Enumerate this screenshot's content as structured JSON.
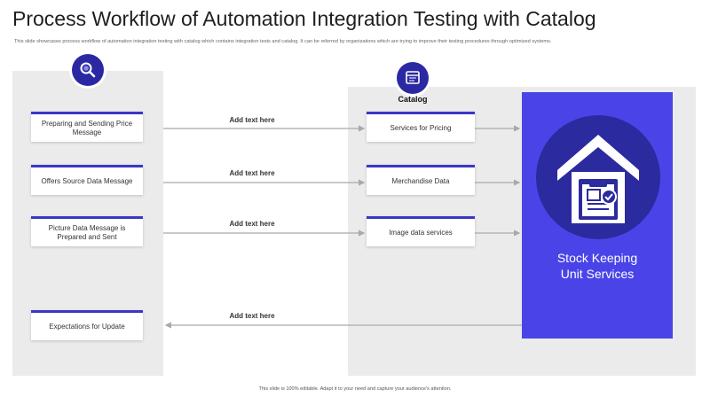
{
  "title": "Process Workflow of Automation Integration Testing with Catalog",
  "subtitle": "This slide showcases process workflow of automation integration testing with catalog which contains integration tests and catalog. It can be referred by organizations which are trying to improve their testing procedures through optimized systems.",
  "left_steps": [
    {
      "label": "Preparing and Sending Price Message"
    },
    {
      "label": "Offers Source Data Message"
    },
    {
      "label": "Picture Data Message is Prepared and Sent"
    },
    {
      "label": "Expectations for Update"
    }
  ],
  "arrow_labels": [
    "Add text here",
    "Add text here",
    "Add text here",
    "Add text here"
  ],
  "catalog": {
    "label": "Catalog",
    "items": [
      "Services for Pricing",
      "Merchandise Data",
      "Image data services"
    ]
  },
  "sku": {
    "line1": "Stock Keeping",
    "line2": "Unit Services"
  },
  "footer": "This slide is 100% editable. Adapt it to your need and capture your audience's attention.",
  "colors": {
    "accent": "#3b36c7",
    "dark": "#2a29a3",
    "sku_bg": "#4a44e8",
    "panel": "#ebebeb"
  },
  "icons": {
    "left": "search-magnifier-icon",
    "catalog": "catalog-window-icon",
    "sku": "warehouse-clipboard-icon"
  }
}
